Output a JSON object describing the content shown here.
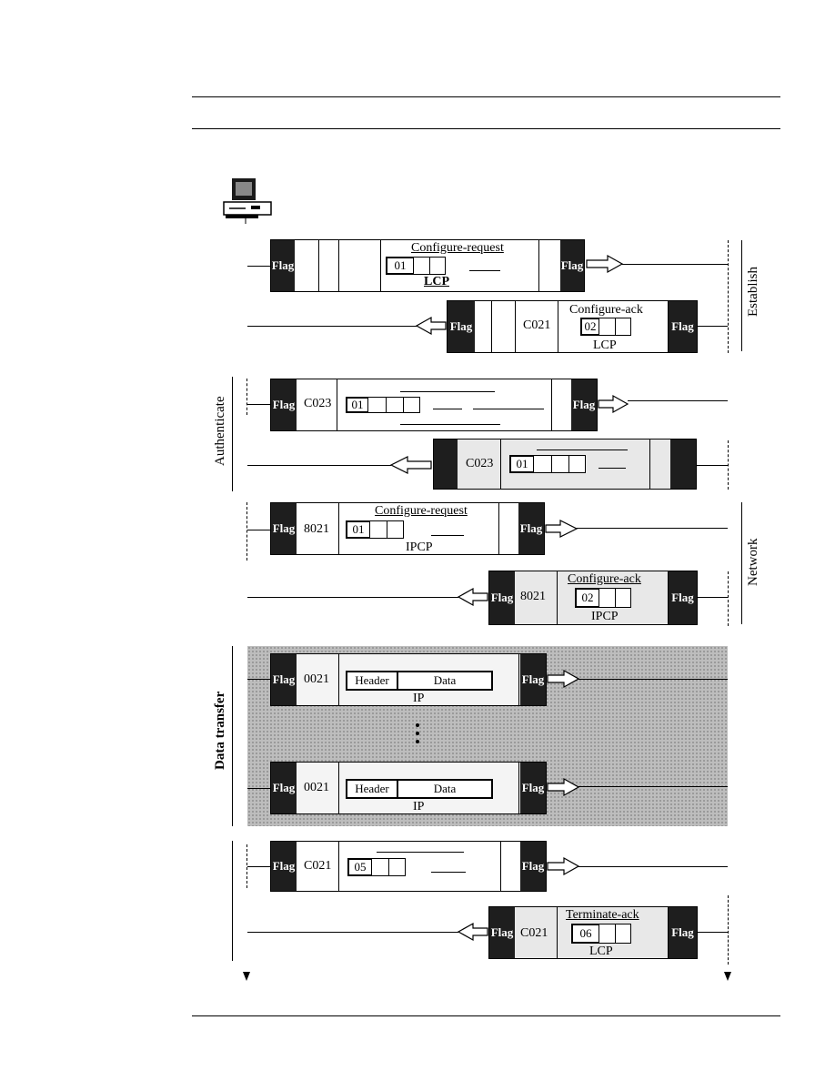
{
  "phases": {
    "establish": "Establish",
    "authenticate": "Authenticate",
    "network": "Network",
    "data_transfer": "Data transfer"
  },
  "frames": {
    "flag": "Flag",
    "f1": {
      "title": "Configure-request",
      "code": "01",
      "layer": "LCP"
    },
    "f2": {
      "protocol": "C021",
      "title": "Configure-ack",
      "code": "02",
      "layer": "LCP"
    },
    "f3": {
      "protocol": "C023",
      "code": "01"
    },
    "f4": {
      "protocol": "C023",
      "code": "01"
    },
    "f5": {
      "protocol": "8021",
      "title": "Configure-request",
      "code": "01",
      "layer": "IPCP"
    },
    "f6": {
      "protocol": "8021",
      "title": "Configure-ack",
      "code": "02",
      "layer": "IPCP"
    },
    "f7": {
      "protocol": "0021",
      "header": "Header",
      "data": "Data",
      "layer": "IP"
    },
    "f8": {
      "protocol": "0021",
      "header": "Header",
      "data": "Data",
      "layer": "IP"
    },
    "f9": {
      "protocol": "C021",
      "code": "05"
    },
    "f10": {
      "protocol": "C021",
      "title": "Terminate-ack",
      "code": "06",
      "layer": "LCP"
    }
  }
}
